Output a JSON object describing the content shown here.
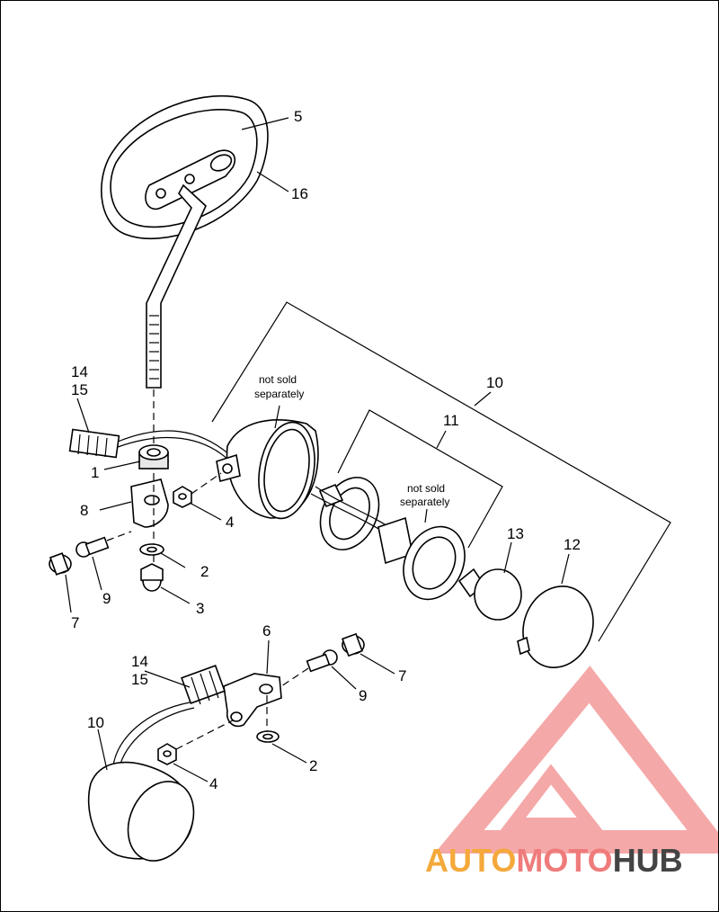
{
  "diagram": {
    "callouts": {
      "c1": "1",
      "c2a": "2",
      "c2b": "2",
      "c3": "3",
      "c4a": "4",
      "c4b": "4",
      "c5": "5",
      "c6": "6",
      "c7a": "7",
      "c7b": "7",
      "c8": "8",
      "c9a": "9",
      "c9b": "9",
      "c10a": "10",
      "c10b": "10",
      "c11": "11",
      "c12": "12",
      "c13": "13",
      "c14a": "14",
      "c15a": "15",
      "c14b": "14",
      "c15b": "15",
      "c16": "16"
    },
    "notes": {
      "n1_line1": "not sold",
      "n1_line2": "separately",
      "n2_line1": "not sold",
      "n2_line2": "separately"
    }
  },
  "watermark": {
    "part1": "AUTO",
    "part2": "MOTO",
    "part3": "HUB",
    "color_primary": "#f4a93a",
    "color_secondary": "#ef7b7b",
    "color_tertiary": "#444444",
    "logo_color": "#f28b8b"
  }
}
